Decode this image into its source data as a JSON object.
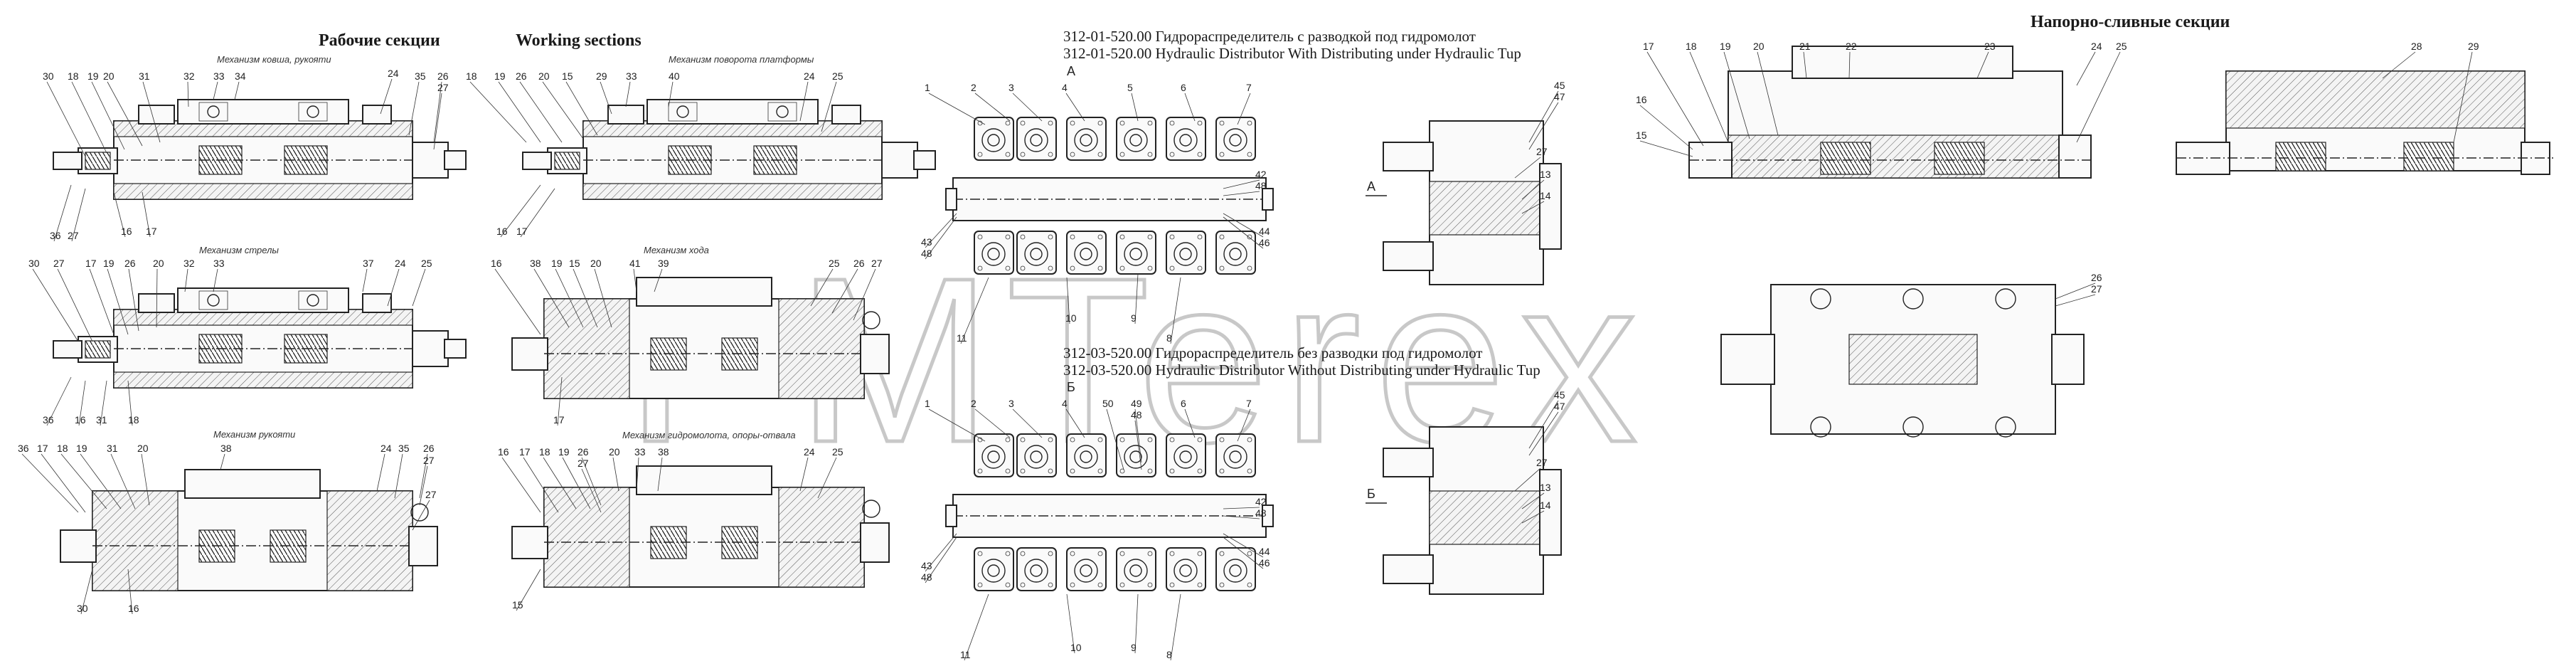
{
  "headings": {
    "working_ru": "Рабочие секции",
    "working_en": "Working sections",
    "pressure_ru": "Напорно-сливные секции"
  },
  "captions": {
    "top_ru": "312-01-520.00    Гидрораспределитель с разводкой под гидромолот",
    "top_en": "312-01-520.00 Hydraulic Distributor With Distributing under Hydraulic Tup",
    "bottom_ru": "312-03-520.00    Гидрораспределитель без разводки под гидромолот",
    "bottom_en": "312-03-520.00    Hydraulic Distributor Without Distributing under Hydraulic Tup"
  },
  "section_titles": {
    "bucket": "Механизм ковша, рукояти",
    "boom": "Механизм стрелы",
    "arm": "Механизм рукояти",
    "turntable": "Механизм поворота платформы",
    "travel": "Механизм хода",
    "hammer": "Механизм гидромолота, опоры-отвала"
  },
  "view_labels": {
    "a": "А",
    "b": "Б",
    "a_arrow": "А",
    "b_arrow": "Б"
  },
  "watermark": "PMTerex",
  "callouts": [
    {
      "id": "c1",
      "t": "30"
    },
    {
      "id": "c2",
      "t": "18"
    },
    {
      "id": "c3",
      "t": "19"
    },
    {
      "id": "c4",
      "t": "20"
    },
    {
      "id": "c5",
      "t": "31"
    },
    {
      "id": "c6",
      "t": "32"
    },
    {
      "id": "c7",
      "t": "33"
    },
    {
      "id": "c8",
      "t": "34"
    },
    {
      "id": "c9",
      "t": "24"
    },
    {
      "id": "c10",
      "t": "35"
    },
    {
      "id": "c11",
      "t": "26"
    },
    {
      "id": "c12",
      "t": "27"
    },
    {
      "id": "c13",
      "t": "36"
    },
    {
      "id": "c14",
      "t": "27"
    },
    {
      "id": "c15",
      "t": "16"
    },
    {
      "id": "c16",
      "t": "17"
    },
    {
      "id": "c17",
      "t": "30"
    },
    {
      "id": "c18",
      "t": "27"
    },
    {
      "id": "c19",
      "t": "17"
    },
    {
      "id": "c20",
      "t": "19"
    },
    {
      "id": "c21",
      "t": "26"
    },
    {
      "id": "c22",
      "t": "20"
    },
    {
      "id": "c23",
      "t": "32"
    },
    {
      "id": "c24",
      "t": "33"
    },
    {
      "id": "c25",
      "t": "37"
    },
    {
      "id": "c26",
      "t": "24"
    },
    {
      "id": "c27",
      "t": "25"
    },
    {
      "id": "c28",
      "t": "36"
    },
    {
      "id": "c29",
      "t": "16"
    },
    {
      "id": "c30",
      "t": "31"
    },
    {
      "id": "c31",
      "t": "18"
    },
    {
      "id": "c32",
      "t": "36"
    },
    {
      "id": "c33",
      "t": "17"
    },
    {
      "id": "c34",
      "t": "18"
    },
    {
      "id": "c35",
      "t": "19"
    },
    {
      "id": "c36",
      "t": "31"
    },
    {
      "id": "c37",
      "t": "20"
    },
    {
      "id": "c38",
      "t": "38"
    },
    {
      "id": "c39",
      "t": "24"
    },
    {
      "id": "c40",
      "t": "35"
    },
    {
      "id": "c41",
      "t": "26"
    },
    {
      "id": "c42",
      "t": "27"
    },
    {
      "id": "c43",
      "t": "27"
    },
    {
      "id": "c44",
      "t": "30"
    },
    {
      "id": "c45",
      "t": "16"
    },
    {
      "id": "c46",
      "t": "18"
    },
    {
      "id": "c47",
      "t": "19"
    },
    {
      "id": "c48",
      "t": "26"
    },
    {
      "id": "c49",
      "t": "20"
    },
    {
      "id": "c50",
      "t": "15"
    },
    {
      "id": "c51",
      "t": "29"
    },
    {
      "id": "c52",
      "t": "33"
    },
    {
      "id": "c53",
      "t": "40"
    },
    {
      "id": "c54",
      "t": "24"
    },
    {
      "id": "c55",
      "t": "25"
    },
    {
      "id": "c56",
      "t": "16"
    },
    {
      "id": "c57",
      "t": "17"
    },
    {
      "id": "c58",
      "t": "16"
    },
    {
      "id": "c59",
      "t": "38"
    },
    {
      "id": "c60",
      "t": "19"
    },
    {
      "id": "c61",
      "t": "15"
    },
    {
      "id": "c62",
      "t": "20"
    },
    {
      "id": "c63",
      "t": "41"
    },
    {
      "id": "c64",
      "t": "39"
    },
    {
      "id": "c65",
      "t": "25"
    },
    {
      "id": "c66",
      "t": "26"
    },
    {
      "id": "c67",
      "t": "27"
    },
    {
      "id": "c68",
      "t": "17"
    },
    {
      "id": "c69",
      "t": "16"
    },
    {
      "id": "c70",
      "t": "17"
    },
    {
      "id": "c71",
      "t": "18"
    },
    {
      "id": "c72",
      "t": "19"
    },
    {
      "id": "c73",
      "t": "26"
    },
    {
      "id": "c74",
      "t": "27"
    },
    {
      "id": "c75",
      "t": "20"
    },
    {
      "id": "c76",
      "t": "33"
    },
    {
      "id": "c77",
      "t": "38"
    },
    {
      "id": "c78",
      "t": "24"
    },
    {
      "id": "c79",
      "t": "25"
    },
    {
      "id": "c80",
      "t": "15"
    },
    {
      "id": "c81",
      "t": "1"
    },
    {
      "id": "c82",
      "t": "2"
    },
    {
      "id": "c83",
      "t": "3"
    },
    {
      "id": "c84",
      "t": "4"
    },
    {
      "id": "c85",
      "t": "5"
    },
    {
      "id": "c86",
      "t": "6"
    },
    {
      "id": "c87",
      "t": "7"
    },
    {
      "id": "c88",
      "t": "42"
    },
    {
      "id": "c89",
      "t": "48"
    },
    {
      "id": "c90",
      "t": "44"
    },
    {
      "id": "c91",
      "t": "46"
    },
    {
      "id": "c92",
      "t": "43"
    },
    {
      "id": "c93",
      "t": "48"
    },
    {
      "id": "c94",
      "t": "11"
    },
    {
      "id": "c95",
      "t": "10"
    },
    {
      "id": "c96",
      "t": "9"
    },
    {
      "id": "c97",
      "t": "8"
    },
    {
      "id": "c98",
      "t": "1"
    },
    {
      "id": "c99",
      "t": "2"
    },
    {
      "id": "c100",
      "t": "3"
    },
    {
      "id": "c101",
      "t": "4"
    },
    {
      "id": "c102",
      "t": "50"
    },
    {
      "id": "c103",
      "t": "49"
    },
    {
      "id": "c104",
      "t": "48"
    },
    {
      "id": "c105",
      "t": "6"
    },
    {
      "id": "c106",
      "t": "7"
    },
    {
      "id": "c107",
      "t": "42"
    },
    {
      "id": "c108",
      "t": "48"
    },
    {
      "id": "c109",
      "t": "44"
    },
    {
      "id": "c110",
      "t": "46"
    },
    {
      "id": "c111",
      "t": "43"
    },
    {
      "id": "c112",
      "t": "48"
    },
    {
      "id": "c113",
      "t": "11"
    },
    {
      "id": "c114",
      "t": "10"
    },
    {
      "id": "c115",
      "t": "9"
    },
    {
      "id": "c116",
      "t": "8"
    },
    {
      "id": "c117",
      "t": "45"
    },
    {
      "id": "c118",
      "t": "47"
    },
    {
      "id": "c119",
      "t": "27"
    },
    {
      "id": "c120",
      "t": "13"
    },
    {
      "id": "c121",
      "t": "14"
    },
    {
      "id": "c122",
      "t": "45"
    },
    {
      "id": "c123",
      "t": "47"
    },
    {
      "id": "c124",
      "t": "27"
    },
    {
      "id": "c125",
      "t": "13"
    },
    {
      "id": "c126",
      "t": "14"
    },
    {
      "id": "c127",
      "t": "17"
    },
    {
      "id": "c128",
      "t": "18"
    },
    {
      "id": "c129",
      "t": "19"
    },
    {
      "id": "c130",
      "t": "20"
    },
    {
      "id": "c131",
      "t": "21"
    },
    {
      "id": "c132",
      "t": "22"
    },
    {
      "id": "c133",
      "t": "23"
    },
    {
      "id": "c134",
      "t": "24"
    },
    {
      "id": "c135",
      "t": "25"
    },
    {
      "id": "c136",
      "t": "16"
    },
    {
      "id": "c137",
      "t": "15"
    },
    {
      "id": "c138",
      "t": "28"
    },
    {
      "id": "c139",
      "t": "29"
    },
    {
      "id": "c140",
      "t": "26"
    },
    {
      "id": "c141",
      "t": "27"
    }
  ]
}
